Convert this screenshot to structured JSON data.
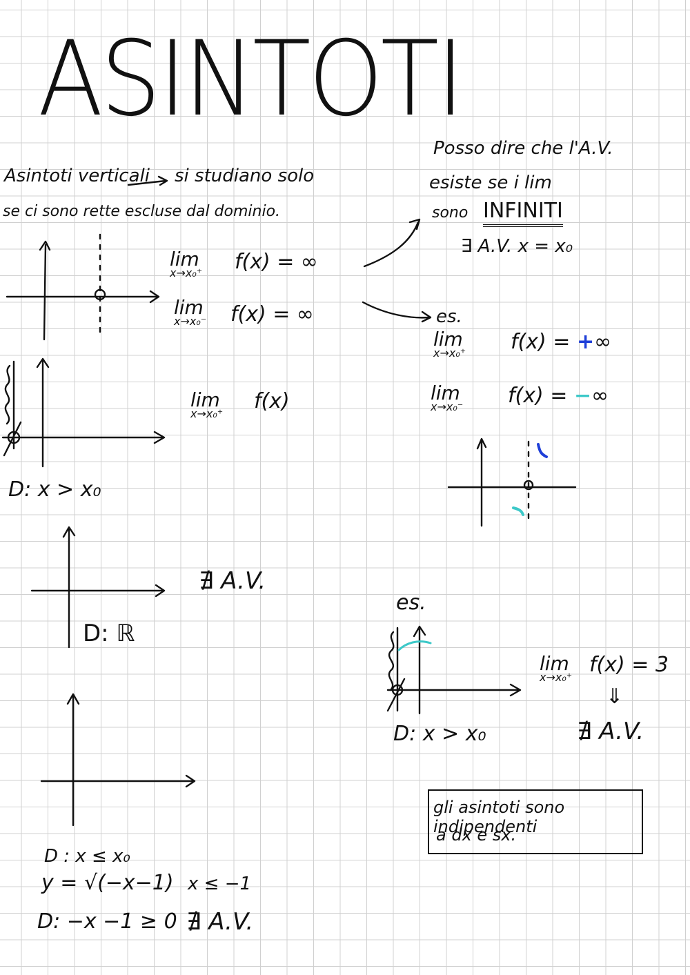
{
  "title": "ASINTOTI",
  "intro": {
    "line1": "Asintoti verticali",
    "arrow_text": "si studiano solo",
    "line2": "se ci sono rette escluse dal dominio."
  },
  "note_right": {
    "line1": "Posso dire che l'A.V.",
    "line2": "esiste se i lim",
    "line3_prefix": "sono",
    "line3_emph": "INFINITI",
    "line4": "∃ A.V.   x = x₀"
  },
  "limits_top": {
    "l1_word": "lim",
    "l1_sub": "x→x₀⁺",
    "l1_rhs": "f(x) = ∞",
    "l2_word": "lim",
    "l2_sub": "x→x₀⁻",
    "l2_rhs": "f(x) = ∞"
  },
  "example1": {
    "es": "es.",
    "l1_word": "lim",
    "l1_sub": "x→x₀⁺",
    "l1_rhs_pre": "f(x) =",
    "l1_sign": "+",
    "l1_inf": "∞",
    "l2_word": "lim",
    "l2_sub": "x→x₀⁻",
    "l2_rhs_pre": "f(x) =",
    "l2_sign": "−",
    "l2_inf": "∞"
  },
  "case_right_domain": {
    "lim_word": "lim",
    "lim_sub": "x→x₀⁺",
    "rhs": "f(x)",
    "domain": "D: x > x₀"
  },
  "case_R": {
    "no_av": "∄ A.V.",
    "domain": "D: ℝ"
  },
  "example2": {
    "es": "es.",
    "lim_word": "lim",
    "lim_sub": "x→x₀⁺",
    "rhs": "f(x) = 3",
    "implies": "⇓",
    "no_av": "∄ A.V.",
    "domain": "D: x > x₀"
  },
  "case_left": {
    "domain": "D : x ≤ x₀",
    "func": "y = √(−x−1)",
    "cond": "x ≤ −1",
    "domain2": "D: −x −1 ≥ 0",
    "no_av": "∄ A.V."
  },
  "boxed_note": {
    "line1": "gli asintoti sono indipendenti",
    "line2": "a dx e sx."
  },
  "colors": {
    "blue": "#1f3fd8",
    "cyan": "#3cc8c8",
    "ink": "#111111"
  }
}
